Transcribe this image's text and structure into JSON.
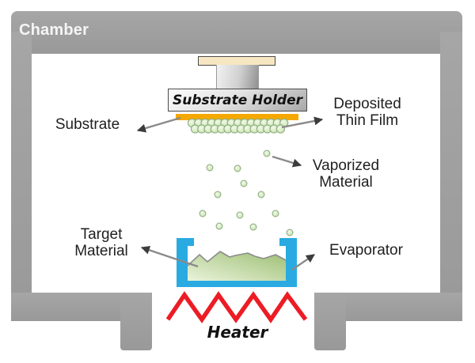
{
  "diagram": {
    "type": "thermal-evaporation-deposition-schematic",
    "labels": {
      "chamber": "Chamber",
      "substrate_holder": "Substrate Holder",
      "substrate": "Substrate",
      "deposited_thin_film": "Deposited Thin Film",
      "vaporized_material": "Vaporized Material",
      "target_material": "Target Material",
      "evaporator": "Evaporator",
      "heater": "Heater"
    },
    "colors": {
      "chamber_wall": "#9e9e9e",
      "chamber_text": "#f5f5f5",
      "holder_plate": "#f6e7c2",
      "holder_box_border": "#4a4a4a",
      "substrate_strip": "#f5a800",
      "film_particle_fill": "#d9ecc6",
      "film_particle_edge": "#8fae80",
      "crucible": "#29abe2",
      "target_material_fill": "#a8c682",
      "heater_coil": "#ed1c24",
      "arrow": "#8a8a8a",
      "arrowhead": "#3c3c3c",
      "label_text": "#1f1f1f"
    }
  }
}
